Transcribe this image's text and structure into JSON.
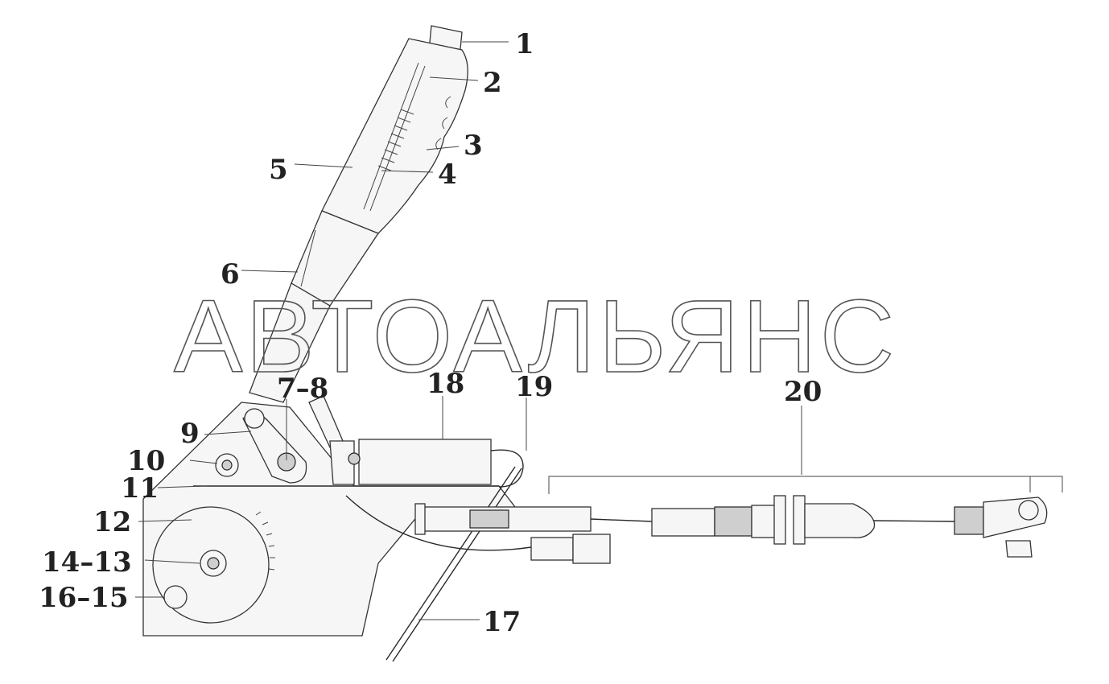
{
  "watermark": "АВТОАЛЬЯНС",
  "callouts": [
    {
      "id": "c1",
      "text": "1"
    },
    {
      "id": "c2",
      "text": "2"
    },
    {
      "id": "c3",
      "text": "3"
    },
    {
      "id": "c4",
      "text": "4"
    },
    {
      "id": "c5",
      "text": "5"
    },
    {
      "id": "c6",
      "text": "6"
    },
    {
      "id": "c7-8",
      "text": "7–8"
    },
    {
      "id": "c9",
      "text": "9"
    },
    {
      "id": "c10",
      "text": "10"
    },
    {
      "id": "c11",
      "text": "11"
    },
    {
      "id": "c12",
      "text": "12"
    },
    {
      "id": "c14-13",
      "text": "14–13"
    },
    {
      "id": "c16-15",
      "text": "16–15"
    },
    {
      "id": "c17",
      "text": "17"
    },
    {
      "id": "c18",
      "text": "18"
    },
    {
      "id": "c19",
      "text": "19"
    },
    {
      "id": "c20",
      "text": "20"
    }
  ],
  "icons": [
    "parking-brake-lever-drawing",
    "brake-cable-drawing",
    "mounting-bracket-drawing"
  ]
}
